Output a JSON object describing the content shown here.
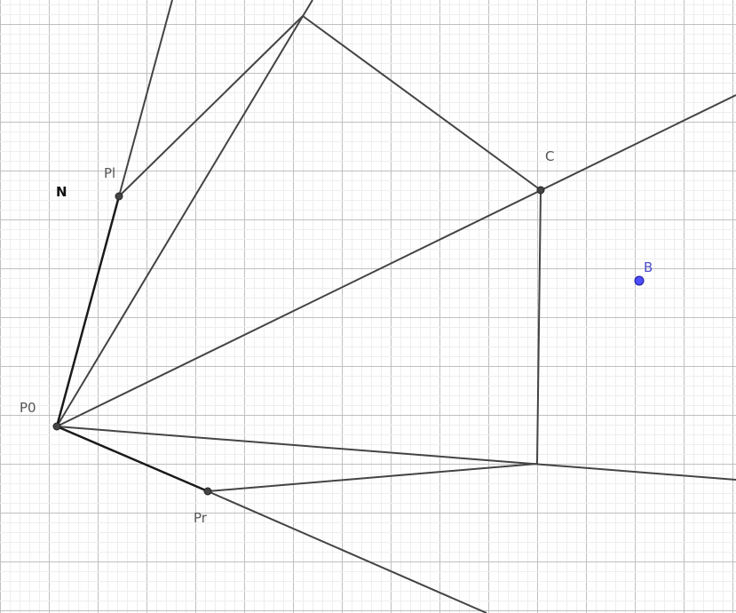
{
  "labels": {
    "p0": "P0",
    "pl": "Pl",
    "pr": "Pr",
    "c": "C",
    "b": "B",
    "n": "N"
  },
  "colors": {
    "background": "#ffffff",
    "grid_minor": "#eeeeee",
    "grid_major": "#c0c0c0",
    "line": "#444444",
    "line_bold": "#1a1a1a",
    "point_dark": "#444444",
    "point_blue": "#4d4dff",
    "label_dark": "#555555",
    "label_blue": "#4d4dcc"
  }
}
